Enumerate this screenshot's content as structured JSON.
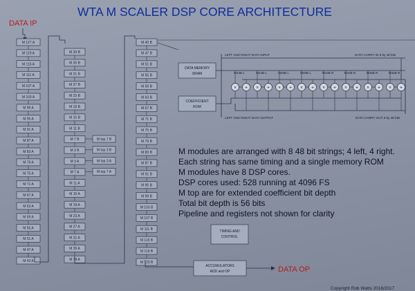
{
  "title": "WTA M SCALER DSP CORE ARCHITECTURE",
  "data_in_label": "DATA IP",
  "data_out_label": "DATA OP",
  "columns": {
    "col1": [
      "M 127 A",
      "M 119 A",
      "M 115 A",
      "M 111 A",
      "M 107 A",
      "M 103 A",
      "M 99 A",
      "M 95 A",
      "M 91 A",
      "M 87 A",
      "M 83 A",
      "M 79 A",
      "M 75 A",
      "M 71 A",
      "M 67 A",
      "M 63 A",
      "M 59 A",
      "M 55 A",
      "M 51 A",
      "M 47 A",
      "M 43 A"
    ],
    "col2": [
      "M 39 B",
      "M 35 B",
      "M 31 B",
      "M 27 B",
      "M 23 B",
      "M 19 B",
      "M 15 B",
      "M 11 B",
      "M 7 B",
      "M 3 B",
      "M 3 A",
      "M 7 A",
      "M 11 A",
      "M 15 A",
      "M 19 A",
      "M 23 A",
      "M 27 A",
      "M 31 A",
      "M 35 A",
      "M 39 A"
    ],
    "col3": [
      "M 43 B",
      "M 47 B",
      "M 51 B",
      "M 55 B",
      "M 59 B",
      "M 63 B",
      "M 67 B",
      "M 71 B",
      "M 75 B",
      "M 79 B",
      "M 83 B",
      "M 87 B",
      "M 91 B",
      "M 95 B",
      "M 99 B",
      "M 103 B",
      "M 107 B",
      "M 111 B",
      "M 115 B",
      "M 119 B",
      "M 123 B"
    ]
  },
  "mtop": [
    "M top 7 B",
    "M top 3 B",
    "M top 3 A",
    "M top 7 A"
  ],
  "core": {
    "lr_input": "LEFT AND RIGHT DATA INPUT",
    "lr_output": "LEFT AND RIGHT DATA OUTPUT",
    "carry_in": "DATA CARRY IN 8 by 48 bits",
    "carry_out": "DATA CARRY OUT 8 by 48 bits",
    "memory": [
      "DATA MEMORY",
      "SRAM"
    ],
    "coefficient": [
      "COEFFICIENT",
      "ROM"
    ],
    "channels": [
      "M43B L",
      "M44B L",
      "M45B L",
      "M46B L",
      "M43B R",
      "M44B R",
      "M45B R",
      "M46B R"
    ]
  },
  "notes": [
    "M modules are arranged with 8 48 bit strings; 4 left, 4 right.",
    "Each string has same timing and a single memory ROM",
    "M modules have 8 DSP cores.",
    "DSP cores used: 528 running at 4096 FS",
    "M top are for extended coefficient bit depth",
    "Total bit depth is 56 bits",
    "Pipeline and registers not shown for clarity"
  ],
  "timing": [
    "TIMING AND",
    "CONTROL"
  ],
  "accumulators": [
    "ACCUMULATORS",
    "ADD and OP"
  ],
  "copyright": "Copyright Rob Watts 2016/2017"
}
